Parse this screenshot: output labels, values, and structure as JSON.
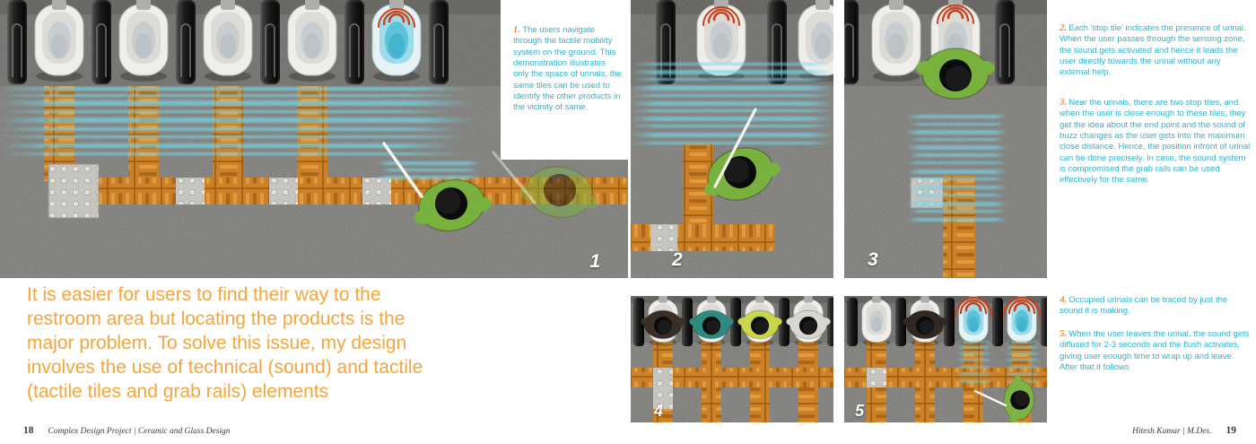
{
  "page": {
    "left_number": "18",
    "left_footer": "Complex Design Project | Ceramic and Glass Design",
    "right_footer": "Hitesh Kumar | M.Des.",
    "right_number": "19"
  },
  "intro": "It is easier for users to find their way to the restroom area but locating the products is the major problem. To solve this issue, my design involves the use of technical (sound) and tactile (tactile tiles and grab rails) elements",
  "annotations": [
    {
      "num": "1.",
      "text": "The users navigate through the tactile mobility system on the ground. This demonstration illustrates only the space of urinals, the same tiles can be used to identify the other products in the vicinity of same."
    },
    {
      "num": "2.",
      "text": "Each 'stop tile' indicates the presence of urinal. When the user passes through the sensing zone, the sound gets activated and hence it leads the user directly towards the urinal without any external help."
    },
    {
      "num": "3.",
      "text": "Near the urinals, there are two stop tiles, and when the user is close enough to these tiles, they get the idea about the end point and the sound of buzz changes as the user gets into the maximum close distance. Hence, the position infront of urinal can be done precisely. In case, the sound system is compromised the grab rails can be used effectively for the same."
    },
    {
      "num": "4.",
      "text": "Occupied urinals can be traced by just the sound it is making."
    },
    {
      "num": "5.",
      "text": "When the user leaves the urinal, the sound gets diffused for 2-3 seconds and the flush activates, giving user enough time to wrap up and leave. After that it follows"
    }
  ],
  "figures": [
    {
      "label": "1"
    },
    {
      "label": "2"
    },
    {
      "label": "3"
    },
    {
      "label": "4"
    },
    {
      "label": "5"
    }
  ],
  "colors": {
    "accent_orange": "#f4a53d",
    "caption_cyan": "#2fb3c7",
    "tile_orange": "#cd8127",
    "sound_cyan": "#74d6ec",
    "person_green": "#7cb342",
    "alert_red": "#c5421e"
  }
}
